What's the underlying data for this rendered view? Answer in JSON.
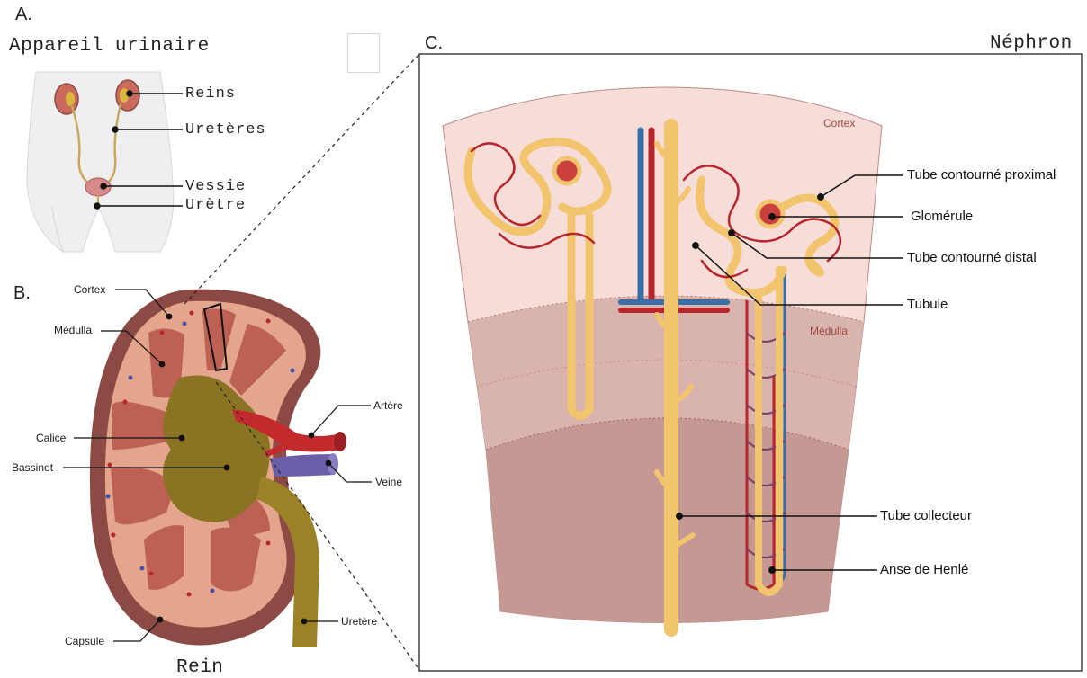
{
  "panels": {
    "a": {
      "letter": "A.",
      "title": "Appareil urinaire"
    },
    "b": {
      "letter": "B.",
      "title": "Rein"
    },
    "c": {
      "letter": "C.",
      "title": "Néphron"
    }
  },
  "urinary_labels": {
    "reins": "Reins",
    "ureteres": "Uretères",
    "vessie": "Vessie",
    "uretre": "Urètre"
  },
  "kidney_labels": {
    "cortex": "Cortex",
    "medulla": "Médulla",
    "calice": "Calice",
    "bassinet": "Bassinet",
    "artere": "Artère",
    "veine": "Veine",
    "capsule": "Capsule",
    "uretere": "Uretère"
  },
  "nephron_zones": {
    "cortex": "Cortex",
    "medulla": "Médulla"
  },
  "nephron_labels": {
    "tube_proximal": "Tube contourné proximal",
    "glomerule": "Glomérule",
    "tube_distal": "Tube contourné distal",
    "tubule": "Tubule",
    "tube_collecteur": "Tube collecteur",
    "anse_henle": "Anse de Henlé"
  },
  "colors": {
    "tubule_yellow": "#f2c46e",
    "artery_red": "#b8262c",
    "vein_blue": "#3a6ea8",
    "cortex_bg": "#f6ddd8",
    "medulla_bg": "#d9b3ae",
    "inner_medulla_bg": "#c49893",
    "kidney_outer": "#8c4a44",
    "pelvis_olive": "#8a7424"
  }
}
